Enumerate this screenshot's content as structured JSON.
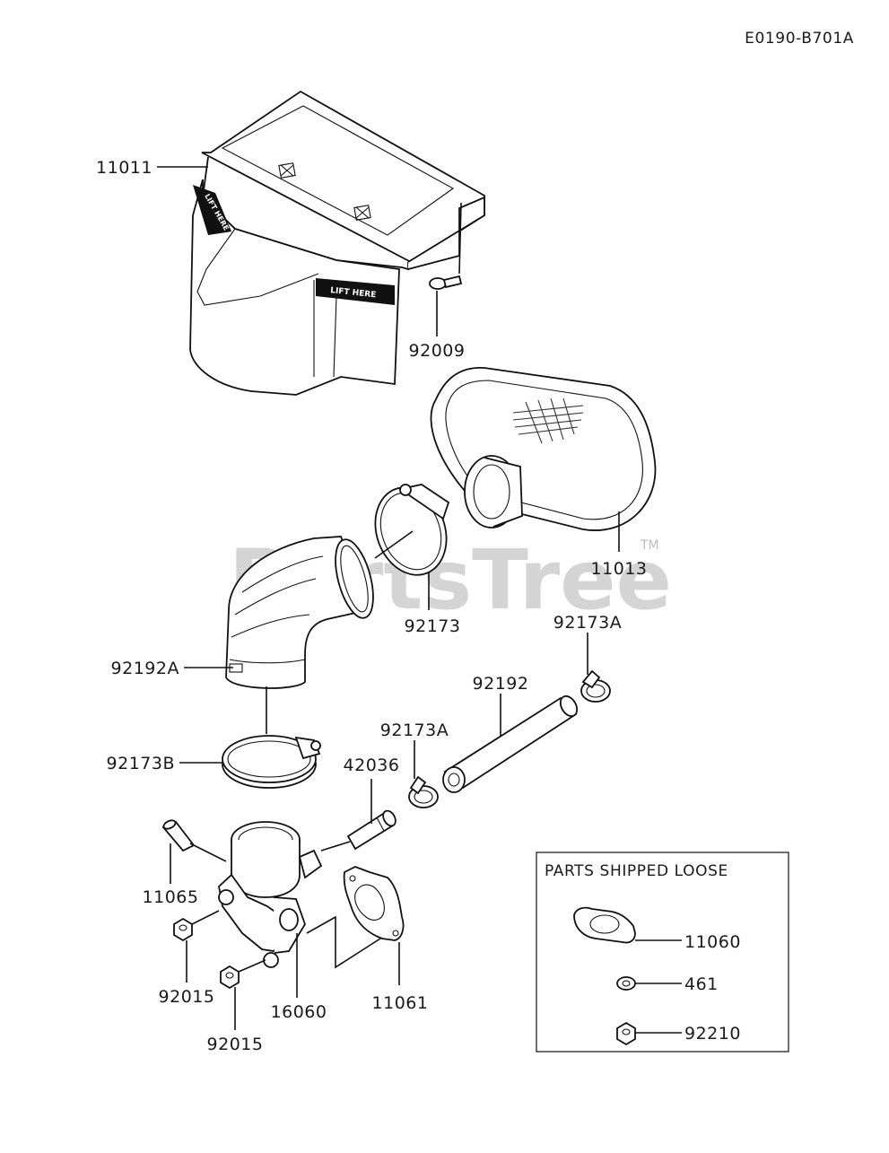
{
  "diagram_code": "E0190-B701A",
  "watermark": "PartsTree",
  "watermark_tm": "TM",
  "inset": {
    "title": "PARTS SHIPPED LOOSE",
    "parts": [
      "11060",
      "461",
      "92210"
    ]
  },
  "callouts": {
    "c11011": "11011",
    "c92009": "92009",
    "c11013": "11013",
    "c92173": "92173",
    "c92173A_top": "92173A",
    "c92192A": "92192A",
    "c92192": "92192",
    "c92173A_mid": "92173A",
    "c92173B": "92173B",
    "c42036": "42036",
    "c11065": "11065",
    "c92015_a": "92015",
    "c16060": "16060",
    "c11061": "11061",
    "c92015_b": "92015"
  },
  "decals": {
    "lift_here": "LIFT HERE"
  }
}
